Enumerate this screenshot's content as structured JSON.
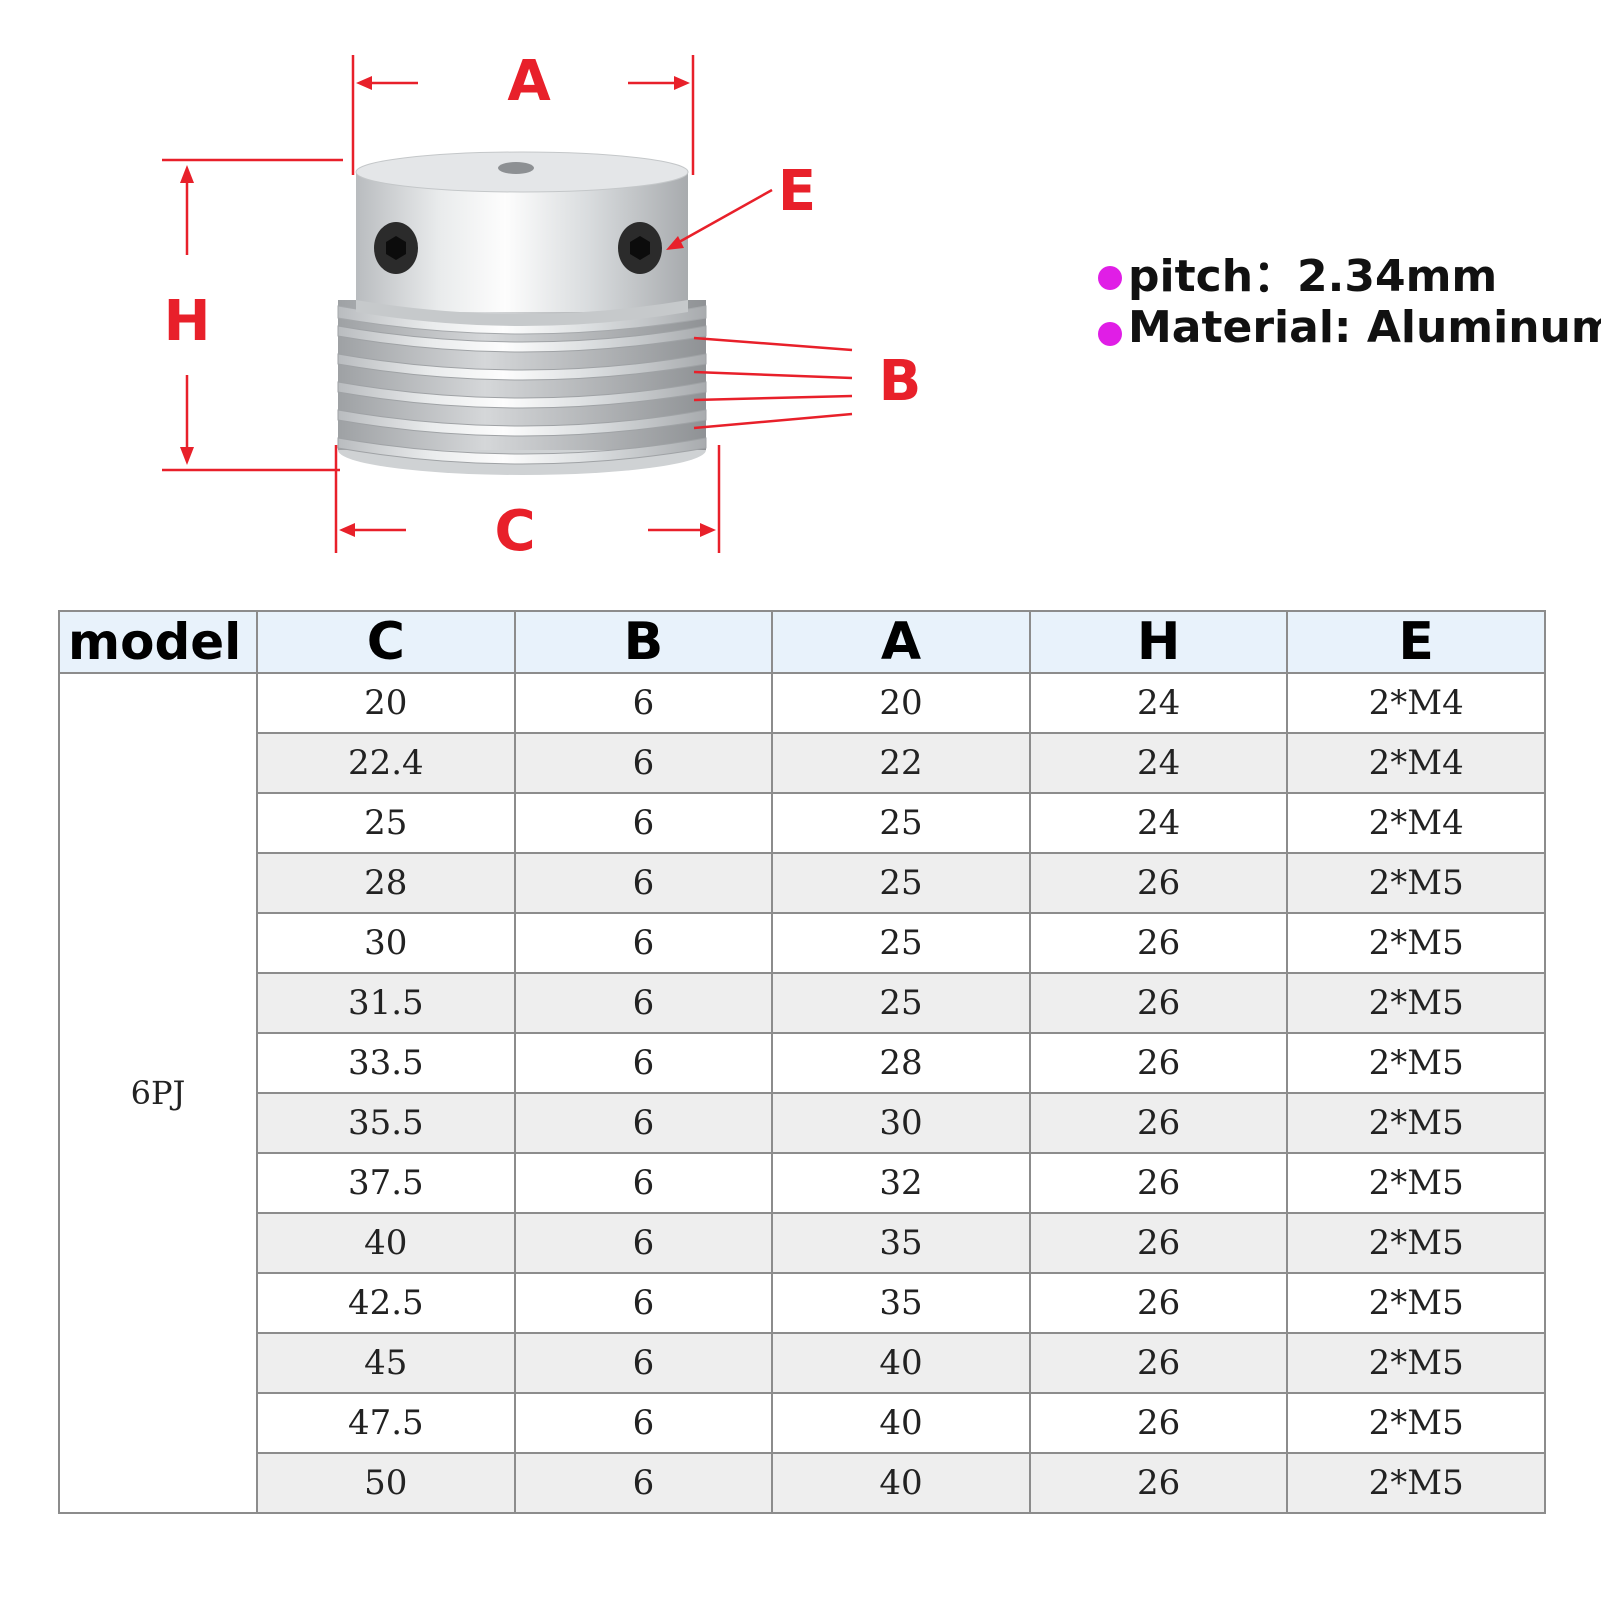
{
  "diagram": {
    "labels": {
      "a": "A",
      "e": "E",
      "h": "H",
      "b": "B",
      "c": "C"
    }
  },
  "specs": [
    {
      "text": "pitch：2.34mm"
    },
    {
      "text": "Material: Aluminum"
    }
  ],
  "table": {
    "headers": [
      "model",
      "C",
      "B",
      "A",
      "H",
      "E"
    ],
    "model": "6PJ",
    "rows": [
      [
        "20",
        "6",
        "20",
        "24",
        "2*M4"
      ],
      [
        "22.4",
        "6",
        "22",
        "24",
        "2*M4"
      ],
      [
        "25",
        "6",
        "25",
        "24",
        "2*M4"
      ],
      [
        "28",
        "6",
        "25",
        "26",
        "2*M5"
      ],
      [
        "30",
        "6",
        "25",
        "26",
        "2*M5"
      ],
      [
        "31.5",
        "6",
        "25",
        "26",
        "2*M5"
      ],
      [
        "33.5",
        "6",
        "28",
        "26",
        "2*M5"
      ],
      [
        "35.5",
        "6",
        "30",
        "26",
        "2*M5"
      ],
      [
        "37.5",
        "6",
        "32",
        "26",
        "2*M5"
      ],
      [
        "40",
        "6",
        "35",
        "26",
        "2*M5"
      ],
      [
        "42.5",
        "6",
        "35",
        "26",
        "2*M5"
      ],
      [
        "45",
        "6",
        "40",
        "26",
        "2*M5"
      ],
      [
        "47.5",
        "6",
        "40",
        "26",
        "2*M5"
      ],
      [
        "50",
        "6",
        "40",
        "26",
        "2*M5"
      ]
    ]
  },
  "colors": {
    "dimension": "#e8202a",
    "bullet": "#e01ee6",
    "header_bg": "#e8f2fb",
    "row_alt_bg": "#eeeeee",
    "grid": "#8c8c8c"
  }
}
